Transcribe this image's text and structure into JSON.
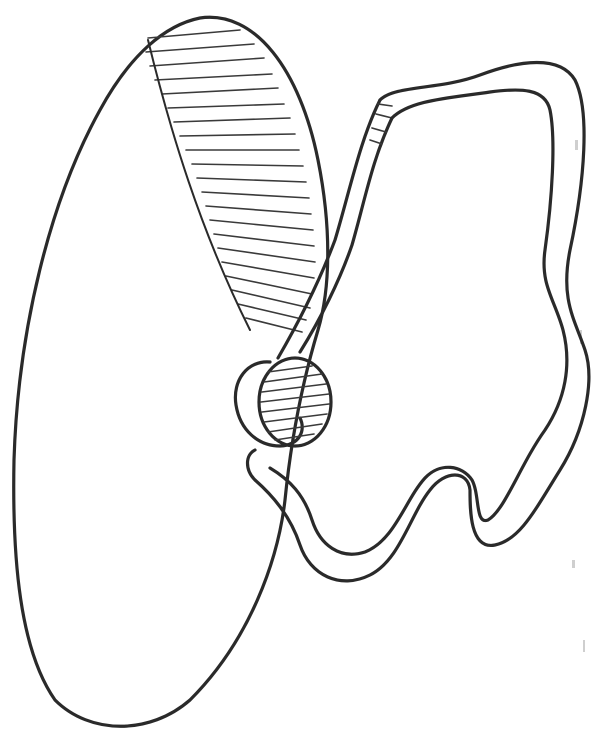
{
  "figure": {
    "kind": "line drawing",
    "ink_color": "#2a2a2a",
    "background_color": "#ffffff",
    "parts": [
      "large-oval",
      "hatched-band",
      "small-ring",
      "hatched-disc",
      "folded-flap"
    ]
  }
}
